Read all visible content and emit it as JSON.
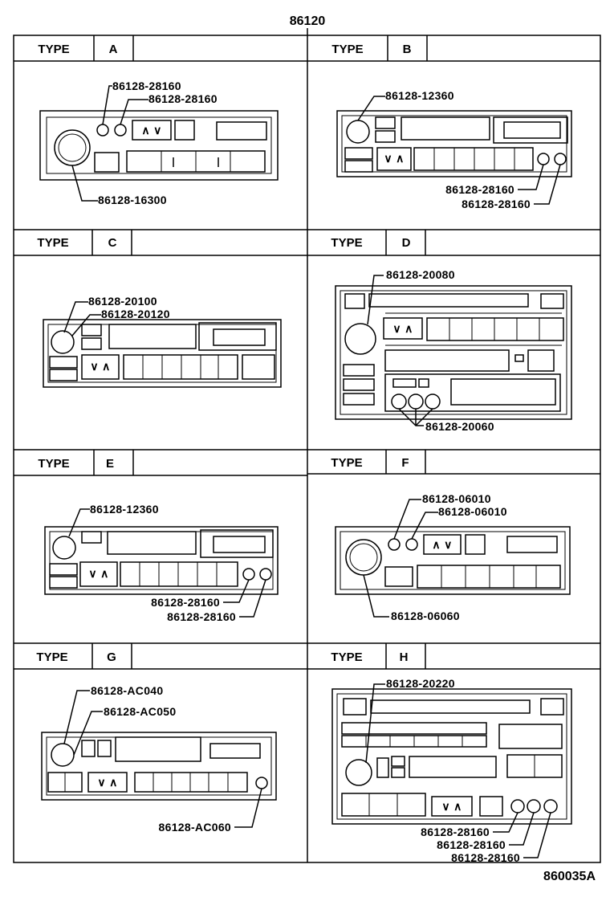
{
  "diagram": {
    "main_part": "86120",
    "figure_code": "860035A",
    "type_label": "TYPE",
    "types": [
      {
        "letter": "A",
        "parts": [
          "86128-28160",
          "86128-28160",
          "86128-16300"
        ]
      },
      {
        "letter": "B",
        "parts": [
          "86128-12360",
          "86128-28160",
          "86128-28160"
        ]
      },
      {
        "letter": "C",
        "parts": [
          "86128-20100",
          "86128-20120"
        ]
      },
      {
        "letter": "D",
        "parts": [
          "86128-20080",
          "86128-20060"
        ]
      },
      {
        "letter": "E",
        "parts": [
          "86128-12360",
          "86128-28160",
          "86128-28160"
        ]
      },
      {
        "letter": "F",
        "parts": [
          "86128-06010",
          "86128-06010",
          "86128-06060"
        ]
      },
      {
        "letter": "G",
        "parts": [
          "86128-AC040",
          "86128-AC050",
          "86128-AC060"
        ]
      },
      {
        "letter": "H",
        "parts": [
          "86128-20220",
          "86128-28160",
          "86128-28160",
          "86128-28160"
        ]
      }
    ]
  }
}
